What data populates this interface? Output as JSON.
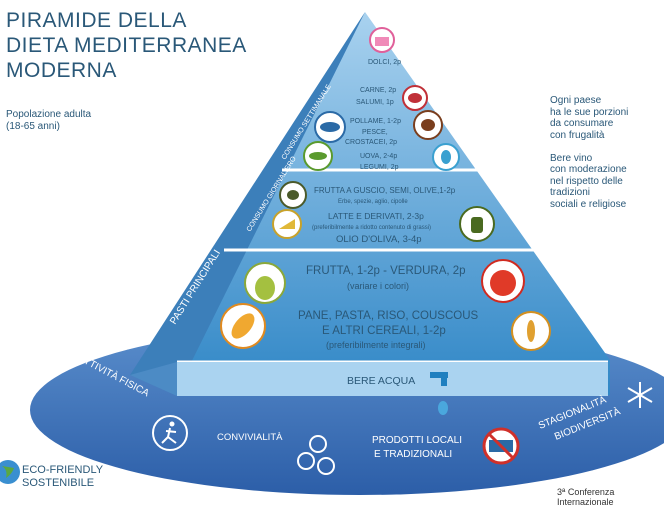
{
  "title": "PIRAMIDE DELLA\nDIETA MEDITERRANEA\nMODERNA",
  "population": "Popolazione adulta\n(18-65 anni)",
  "side_notes": "Ogni paese\nha le sue porzioni\nda consumare\ncon frugalità\n\nBere vino\ncon moderazione\nnel rispetto delle tradizioni\nsociali e religiose",
  "tiers": {
    "weekly_label": "CONSUMO SETTIMANALE",
    "daily_label": "CONSUMO GIORNALIERO",
    "main_label": "PASTI PRINCIPALI",
    "weekly": {
      "dolci": "DOLCI, 2p",
      "carne": "CARNE, 2p",
      "salumi": "SALUMI, 1p",
      "pollame": "POLLAME, 1-2p",
      "pesce": "PESCE,",
      "crostacei": "CROSTACEI, 2p",
      "uova": "UOVA, 2-4p",
      "legumi": "LEGUMI, 2p"
    },
    "daily": {
      "frutta_guscio": "FRUTTA A GUSCIO, SEMI, OLIVE,1-2p",
      "erbe": "Erbe, spezie, aglio, cipolle",
      "latte": "LATTE E DERIVATI, 2-3p",
      "latte_note": "(preferibilmente a ridotto contenuto di grassi)",
      "olio": "OLIO D'OLIVA, 3-4p"
    },
    "main": {
      "frutta": "FRUTTA, 1-2p - VERDURA, 2p",
      "frutta_note": "(variare i colori)",
      "pane": "PANE, PASTA, RISO, COUSCOUS",
      "cereali": "E ALTRI CEREALI, 1-2p",
      "cereali_note": "(preferibilmente integrali)"
    },
    "water": "BERE ACQUA"
  },
  "base": {
    "attivita": "ATTIVITÀ FISICA",
    "convivialita": "CONVIVIALITÀ",
    "prodotti": "PRODOTTI LOCALI",
    "tradizionali": "E TRADIZIONALI",
    "stagionalita": "STAGIONALITÀ",
    "biodiversita": "BIODIVERSITÀ"
  },
  "eco": "ECO-FRIENDLY\nSOSTENIBILE",
  "footer": "3ª Conferenza Internazionale",
  "colors": {
    "accent": "#2b6aa6",
    "ellipse": "#3f73b8",
    "pyramid_top": "#5b9fd3",
    "pyramid_bottom": "#2f86c6",
    "text": "#2a5878"
  }
}
